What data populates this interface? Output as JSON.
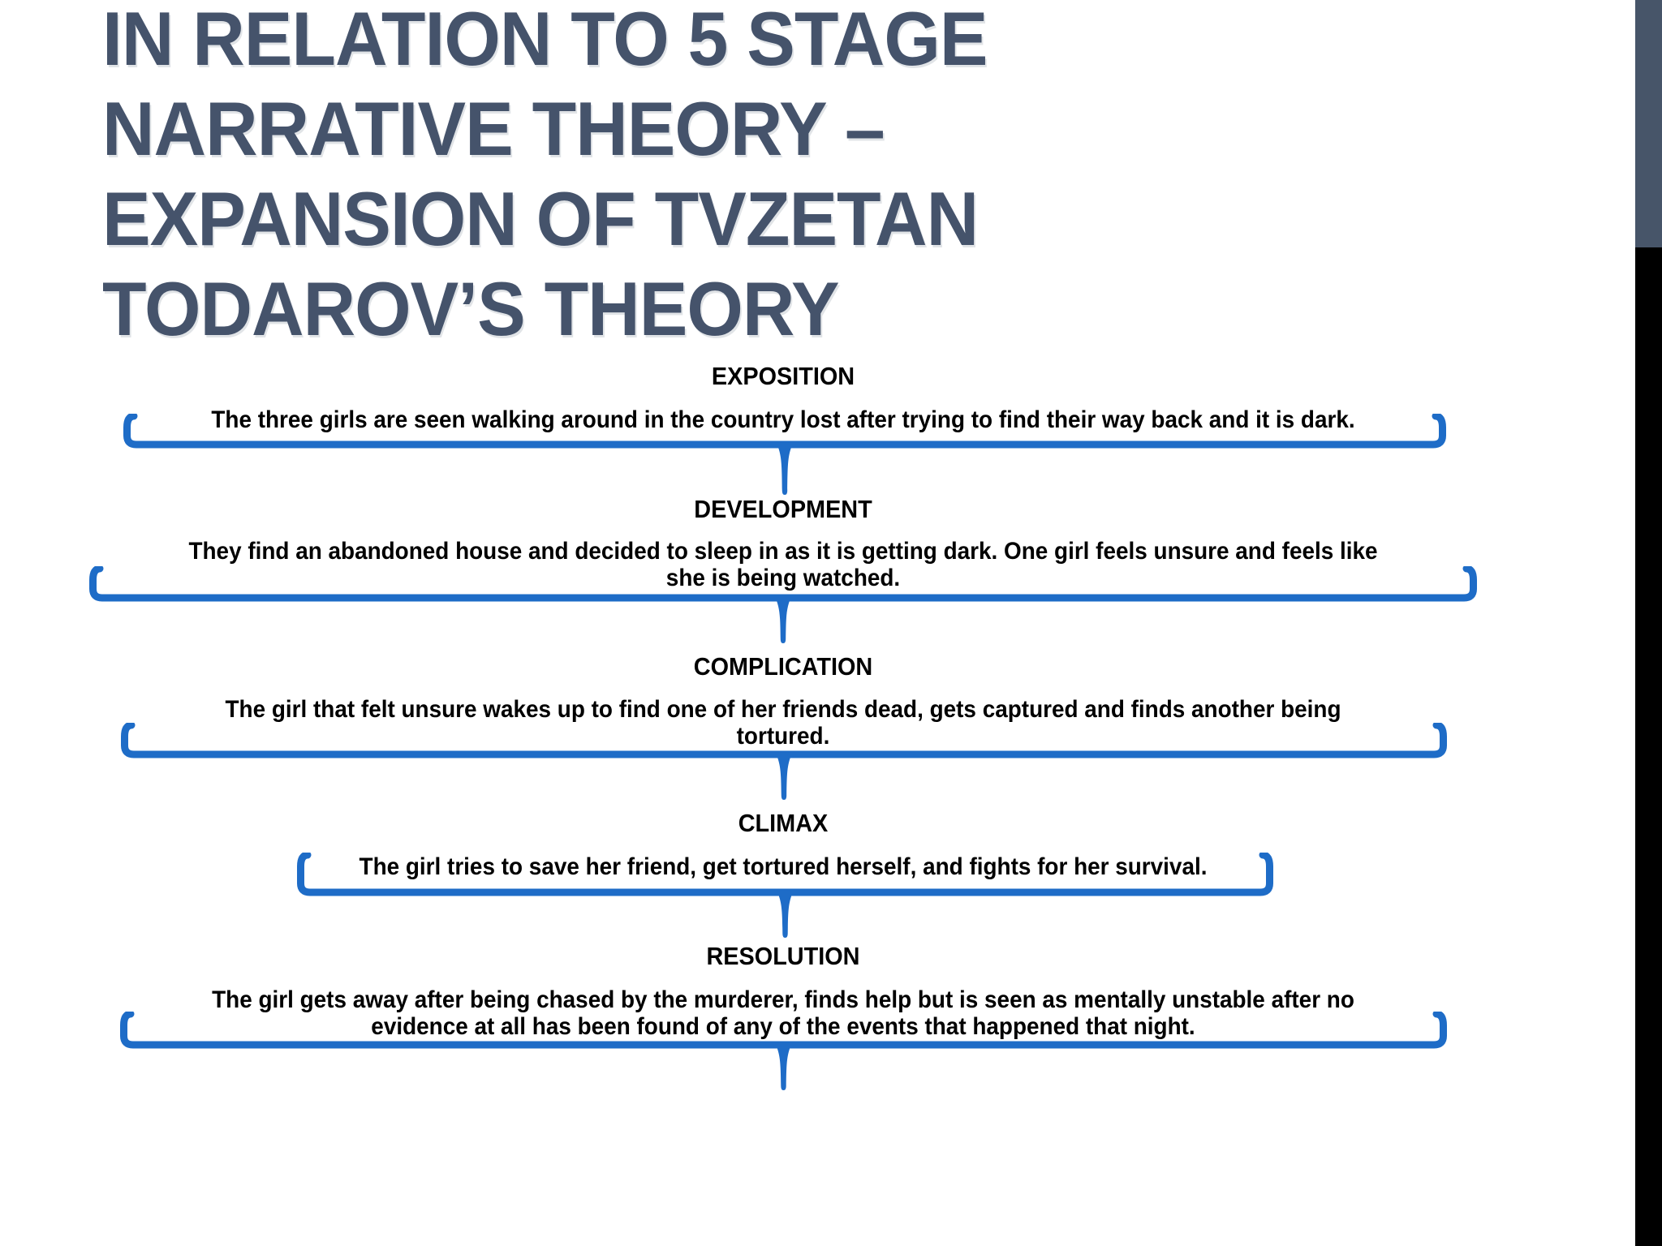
{
  "slide": {
    "title_lines": [
      "IN RELATION TO 5 STAGE",
      "NARRATIVE THEORY –",
      "EXPANSION OF TVZETAN",
      "TODAROV’S THEORY"
    ],
    "sections": [
      {
        "label": "EXPOSITION",
        "body_lines": [
          "The three girls are seen walking around in the country lost after trying to find their way back and it is dark."
        ]
      },
      {
        "label": "DEVELOPMENT",
        "body_lines": [
          "They find an abandoned house and decided to sleep in as it is getting dark. One girl feels unsure and feels like",
          "she is being watched."
        ]
      },
      {
        "label": "COMPLICATION",
        "body_lines": [
          "The girl that felt unsure wakes up to find one of her friends dead, gets captured and finds another being",
          "tortured."
        ]
      },
      {
        "label": "CLIMAX",
        "body_lines": [
          "The girl tries to save her friend, get tortured herself, and fights for her survival."
        ]
      },
      {
        "label": "RESOLUTION",
        "body_lines": [
          "The girl gets away after being chased by the murderer, finds help but is seen as mentally unstable after no",
          "evidence at all has been found of any of the events that happened that night."
        ]
      }
    ],
    "colors": {
      "background": "#FFFFFF",
      "title": "#45536B",
      "body_text": "#000000",
      "brace_blue": "#1E6CC7",
      "edge_bar_slate": "#475569",
      "edge_bar_black": "#000000"
    }
  }
}
